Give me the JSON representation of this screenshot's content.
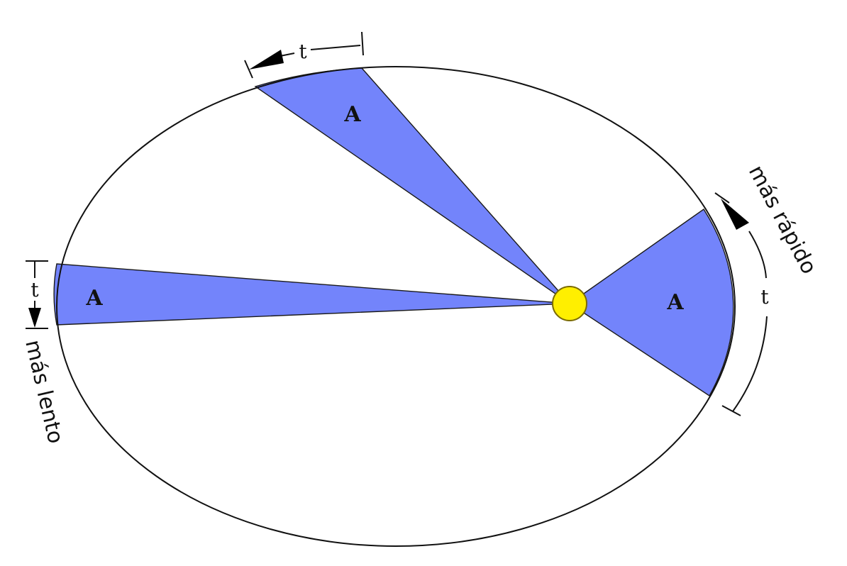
{
  "colors": {
    "background": "#ffffff",
    "sector_fill": "#7384fb",
    "sun_fill": "#ffef00",
    "sun_stroke": "#7a6a00",
    "orbit_stroke": "#111111"
  },
  "sectors": [
    {
      "id": "aphelion",
      "label": "A"
    },
    {
      "id": "top",
      "label": "A"
    },
    {
      "id": "perihelion",
      "label": "A"
    }
  ],
  "time_labels": {
    "top": "t",
    "left": "t",
    "right": "t"
  },
  "speed_labels": {
    "slow": "más lento",
    "fast": "más rápido"
  }
}
